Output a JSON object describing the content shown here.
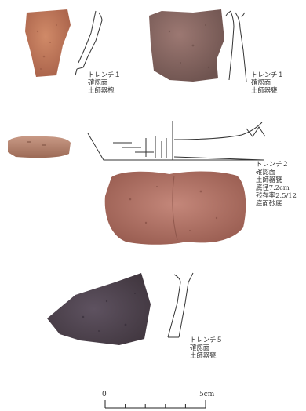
{
  "captions": [
    {
      "lines": [
        "トレンチ１",
        "確認面",
        "土師器椀"
      ]
    },
    {
      "lines": [
        "トレンチ１",
        "確認面",
        "土師器甕"
      ]
    },
    {
      "lines": [
        "トレンチ２",
        "確認面",
        "土師器甕",
        "底径7.2cm",
        "残存率2.5/12",
        "底面砂底"
      ]
    },
    {
      "lines": [
        "トレンチ５",
        "確認面",
        "土師器甕"
      ]
    }
  ],
  "scale": {
    "zero_label": "0",
    "end_label": "5cm"
  },
  "colors": {
    "sherd_1": "#c07858",
    "sherd_2": "#8a6660",
    "sherd_3": "#b37e6a",
    "sherd_4": "#b26e60",
    "sherd_5": "#4e434c"
  }
}
